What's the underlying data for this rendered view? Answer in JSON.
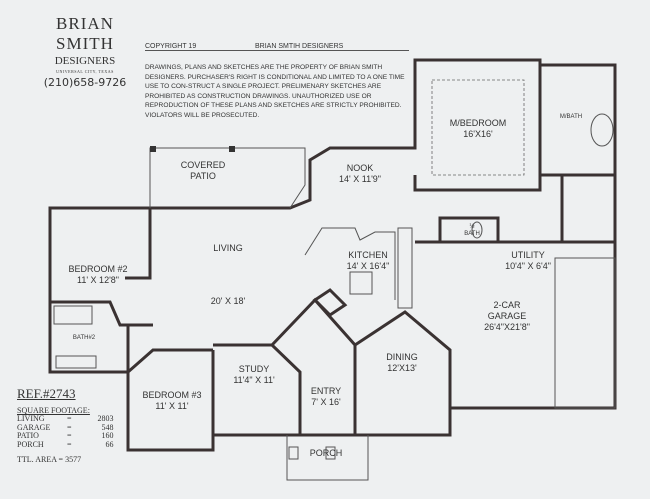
{
  "brand": {
    "name": "BRIAN SMITH",
    "sub": "DESIGNERS",
    "city": "UNIVERSAL CITY, TEXAS",
    "phone": "(210)658-9726"
  },
  "copyright": {
    "left": "COPYRIGHT 19",
    "right": "BRIAN SMTIH DESIGNERS"
  },
  "notice": "DRAWINGS, PLANS AND SKETCHES ARE THE PROPERTY OF BRIAN SMITH DESIGNERS. PURCHASER'S RIGHT IS CONDITIONAL AND LIMITED TO A ONE TIME USE TO CON-STRUCT A SINGLE PROJECT. PRELIMENARY SKETCHES ARE PROHIBITED AS CONSTRUCTION DRAWINGS. UNAUTHORIZED USE OR REPRODUCTION OF THESE PLANS AND SKETCHES ARE STRICTLY PROHIBITED. VIOLATORS WILL BE PROSECUTED.",
  "ref": {
    "title": "REF.#2743",
    "sqft_title": "SQUARE FOOTAGE:",
    "rows": [
      {
        "k": "LIVING",
        "v": "2803"
      },
      {
        "k": "GARAGE",
        "v": "548"
      },
      {
        "k": "PATIO",
        "v": "160"
      },
      {
        "k": "PORCH",
        "v": "66"
      }
    ],
    "total": "TTL. AREA = 3577"
  },
  "rooms": {
    "patio": {
      "name": "COVERED",
      "name2": "PATIO"
    },
    "nook": {
      "name": "NOOK",
      "size": "14' X 11'9\""
    },
    "master": {
      "name": "M/BEDROOM",
      "size": "16'X16'"
    },
    "mbath": {
      "name": "M/BATH"
    },
    "halfbath": {
      "name": "½",
      "name2": "BATH"
    },
    "utility": {
      "name": "UTILITY",
      "size": "10'4\" X 6'4\""
    },
    "living": {
      "name": "LIVING",
      "size": "20' X 18'"
    },
    "kitchen": {
      "name": "KITCHEN",
      "size": "14' X 16'4\""
    },
    "bed2": {
      "name": "BEDROOM #2",
      "size": "11' X 12'8\""
    },
    "bath2": {
      "name": "BATH#2"
    },
    "garage": {
      "name": "2-CAR",
      "name2": "GARAGE",
      "size": "26'4\"X21'8\""
    },
    "dining": {
      "name": "DINING",
      "size": "12'X13'"
    },
    "study": {
      "name": "STUDY",
      "size": "11'4\" X 11'"
    },
    "entry": {
      "name": "ENTRY",
      "size": "7' X 16'"
    },
    "bed3": {
      "name": "BEDROOM #3",
      "size": "11' X 11'"
    },
    "porch": {
      "name": "PORCH"
    }
  }
}
